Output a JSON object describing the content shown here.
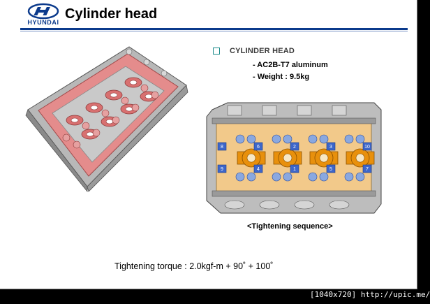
{
  "header": {
    "brand": "HYUNDAI",
    "title": "Cylinder head",
    "accent_color": "#0b3a8c"
  },
  "spec": {
    "heading": "CYLINDER HEAD",
    "lines": [
      "- AC2B-T7 aluminum",
      "- Weight : 9.5kg"
    ],
    "bullet_icon": "square-bullet-icon"
  },
  "diagram": {
    "sequence_labels": [
      "8",
      "6",
      "2",
      "3",
      "10",
      "9",
      "4",
      "1",
      "5",
      "7"
    ],
    "caption": "<Tightening sequence>"
  },
  "torque": "Tightening torque : 2.0kgf-m + 90˚ + 100˚",
  "footer": "[1040x720] http://upic.me/"
}
